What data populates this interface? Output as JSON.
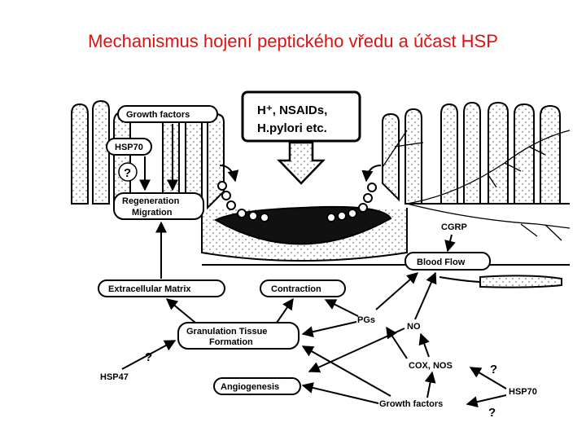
{
  "title": "Mechanismus hojení peptického vředu a účast HSP",
  "labels": {
    "growth_factors_top": "Growth factors",
    "hsp70_left": "HSP70",
    "q_left": "?",
    "regeneration": "Regeneration",
    "migration": "Migration",
    "injury_line1": "H⁺, NSAIDs,",
    "injury_line2": "H.pylori etc.",
    "cgrp": "CGRP",
    "blood_flow": "Blood Flow",
    "extracellular_matrix": "Extracellular Matrix",
    "contraction": "Contraction",
    "pgs": "PGs",
    "no": "NO",
    "granulation_line1": "Granulation Tissue",
    "granulation_line2": "Formation",
    "q_hsp47": "?",
    "hsp47": "HSP47",
    "cox_nos": "COX, NOS",
    "q_cox": "?",
    "hsp70_right": "HSP70",
    "angiogenesis": "Angiogenesis",
    "growth_factors_bottom": "Growth factors",
    "q_bottom": "?"
  }
}
